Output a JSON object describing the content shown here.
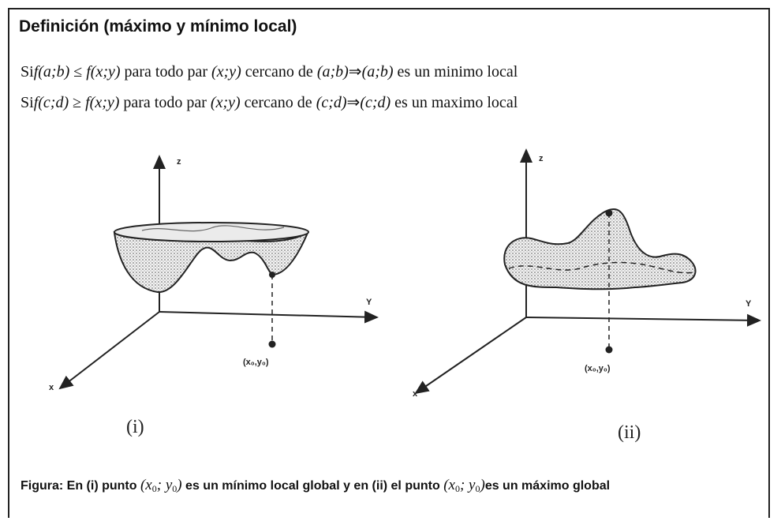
{
  "document": {
    "title": "Definición (máximo y mínimo local)",
    "definitions": [
      {
        "si": "Si",
        "f1": "f",
        "arg1": "(a;b)",
        "relation": "≤",
        "f2": "f",
        "arg2": "(x;y)",
        "text1": "para todo par",
        "pair": "(x;y)",
        "text2": "cercano de",
        "point": "(a;b)",
        "implies": "⇒",
        "point2": "(a;b)",
        "conclusion": "es un minimo local"
      },
      {
        "si": "Si",
        "f1": "f",
        "arg1": "(c;d)",
        "relation": "≥",
        "f2": "f",
        "arg2": "(x;y)",
        "text1": "para todo par",
        "pair": "(x;y)",
        "text2": "cercano de",
        "point": "(c;d)",
        "implies": "⇒",
        "point2": "(c;d)",
        "conclusion": "es un maximo local"
      }
    ],
    "figures": [
      {
        "roman": "(i)",
        "axis_z": "z",
        "axis_y": "Y",
        "axis_x": "x",
        "point_label": "(x₀,y₀)"
      },
      {
        "roman": "(ii)",
        "axis_z": "z",
        "axis_y": "Y",
        "axis_x": "x",
        "point_label": "(x₀,y₀)"
      }
    ],
    "caption": {
      "part1": "Figura: En (i) punto",
      "var1": "(x",
      "sub1": "0",
      "mid1": "; y",
      "sub2": "0",
      "close1": ")",
      "part2": "es un mínimo local  global y en (ii) el punto",
      "var2": "(x",
      "sub3": "0",
      "mid2": "; y",
      "sub4": "0",
      "close2": ")",
      "part3": "es un máximo global"
    }
  }
}
